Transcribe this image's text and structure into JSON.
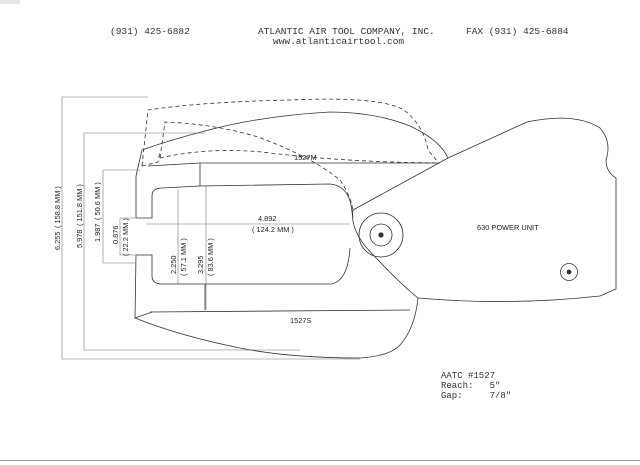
{
  "header": {
    "phone": "(931) 425-6882",
    "company": "ATLANTIC AIR TOOL COMPANY, INC.",
    "fax": "FAX (931) 425-6884",
    "website": "www.atlanticairtool.com"
  },
  "labels": {
    "part_top": "1527M",
    "part_bottom": "1527S",
    "power_unit": "630 POWER UNIT"
  },
  "dimensions": {
    "reach_in": "4.892",
    "reach_mm": "( 124.2 MM )",
    "overall_in": "6.255",
    "overall_mm": "( 158.8 MM )",
    "height_in": "5.978",
    "height_mm": "( 151.8 MM )",
    "jaw_in": "1.987",
    "jaw_mm": "( 50.6 MM )",
    "gap_in": "0.876",
    "gap_mm": "( 22.2 MM )",
    "throat_in": "2.250",
    "throat_mm": "( 57.1 MM )",
    "depth_in": "3.295",
    "depth_mm": "( 83.6 MM )"
  },
  "specs": {
    "model": "AATC #1527",
    "reach_label": "Reach:",
    "reach_value": "5\"",
    "gap_label": "Gap:",
    "gap_value": "7/8\""
  }
}
